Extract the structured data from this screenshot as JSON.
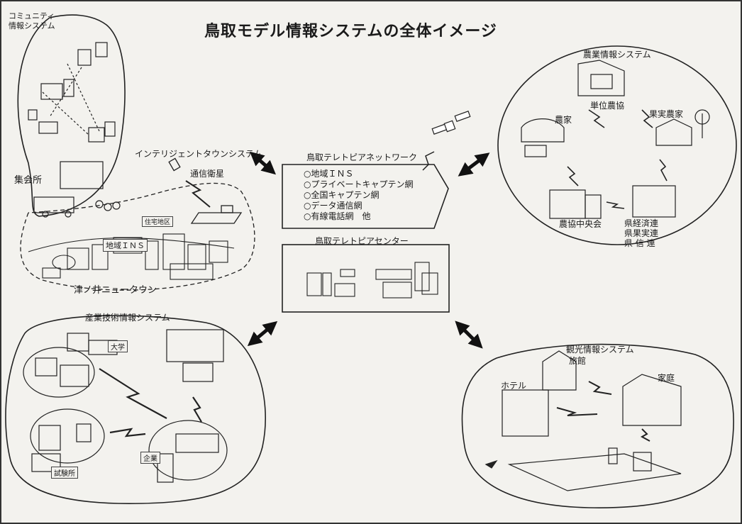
{
  "title": "鳥取モデル情報システムの全体イメージ",
  "community": {
    "label_line1": "コミュニティ",
    "label_line2": "情報システム",
    "meeting_hall": "集会所",
    "intelligent_town": "インテリジェントタウンシステム",
    "satellite": "通信衛星",
    "town_name": "津ノ井ニュータウン",
    "tag_ins": "地域ＩＮＳ",
    "tag_residential": "住宅地区"
  },
  "network": {
    "title": "鳥取テレトピアネットワーク",
    "items": [
      "○地域ＩＮＳ",
      "○プライベートキャプテン網",
      "○全国キャプテン網",
      "○データ通信網",
      "○有線電話網　他"
    ],
    "center": "鳥取テレトピアセンター"
  },
  "agriculture": {
    "label": "農業情報システム",
    "unit_coop": "単位農協",
    "farmer": "農家",
    "fruit_farmer": "果実農家",
    "central_coop": "農協中央会",
    "federations": [
      "県経済連",
      "県果実連",
      "県 信 連"
    ]
  },
  "industry": {
    "label": "産業技術情報システム",
    "university": "大学",
    "company": "企業",
    "lab": "試験所"
  },
  "tourism": {
    "label": "観光情報システム",
    "ryokan": "旅館",
    "hotel": "ホテル",
    "home": "家庭"
  },
  "colors": {
    "ink": "#1a1a1a",
    "paper": "#f3f2ee"
  }
}
